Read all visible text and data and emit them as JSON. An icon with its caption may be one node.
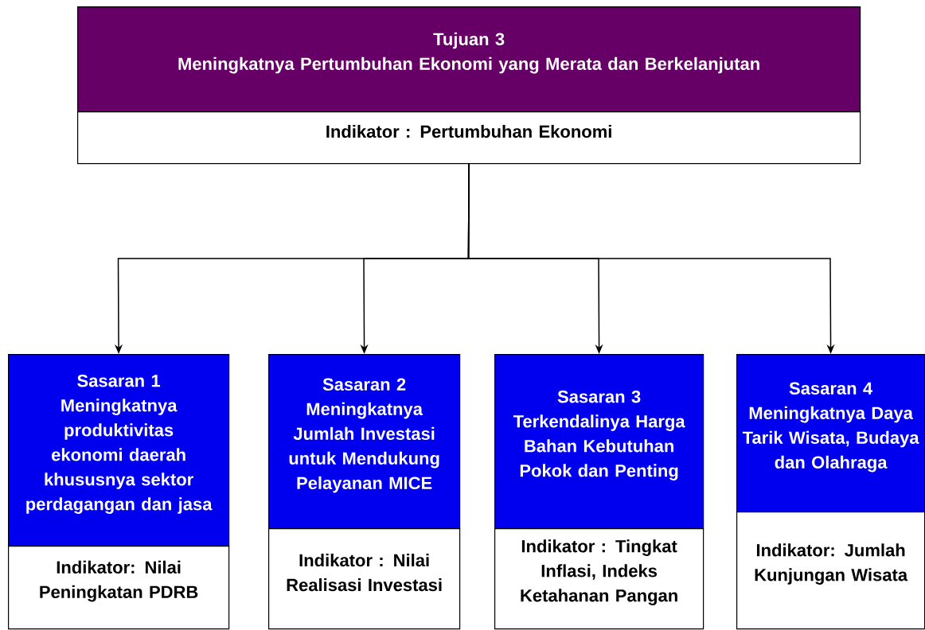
{
  "diagram": {
    "nodes": [
      {
        "text": [
          "Tujuan 3",
          "Meningkatnya Pertumbuhan Ekonomi yang Merata dan Berkelanjutan"
        ]
      },
      {
        "text": [
          "Indikator : Pertumbuhan Ekonomi"
        ]
      },
      {
        "text": [
          "Sasaran 1",
          "Meningkatnya produktivitas ekonomi daerah khususnya sektor perdagangan dan jasa"
        ]
      },
      {
        "text": [
          "Indikator: Nilai Peningkatan PDRB"
        ]
      },
      {
        "text": [
          "Sasaran 2",
          "Meningkatnya Jumlah Investasi untuk Mendukung Pelayanan MICE"
        ]
      },
      {
        "text": [
          "Indikator : Nilai Realisasi Investasi"
        ]
      },
      {
        "text": [
          "Sasaran 3",
          "Terkendalinya Harga Bahan Kebutuhan Pokok dan Penting"
        ]
      },
      {
        "text": [
          "Indikator : Tingkat Inflasi, Indeks Ketahanan Pangan"
        ]
      },
      {
        "text": [
          "Sasaran 4",
          "Meningkatnya Daya Tarik Wisata, Budaya dan Olahraga"
        ]
      },
      {
        "text": [
          "Indikator: Jumlah Kunjungan Wisata"
        ]
      }
    ],
    "edges": [
      {
        "from": 1,
        "to": 2,
        "arrow": "to"
      },
      {
        "from": 1,
        "to": 4,
        "arrow": "to"
      },
      {
        "from": 1,
        "to": 6,
        "arrow": "to"
      },
      {
        "from": 1,
        "to": 8,
        "arrow": "to"
      }
    ]
  }
}
